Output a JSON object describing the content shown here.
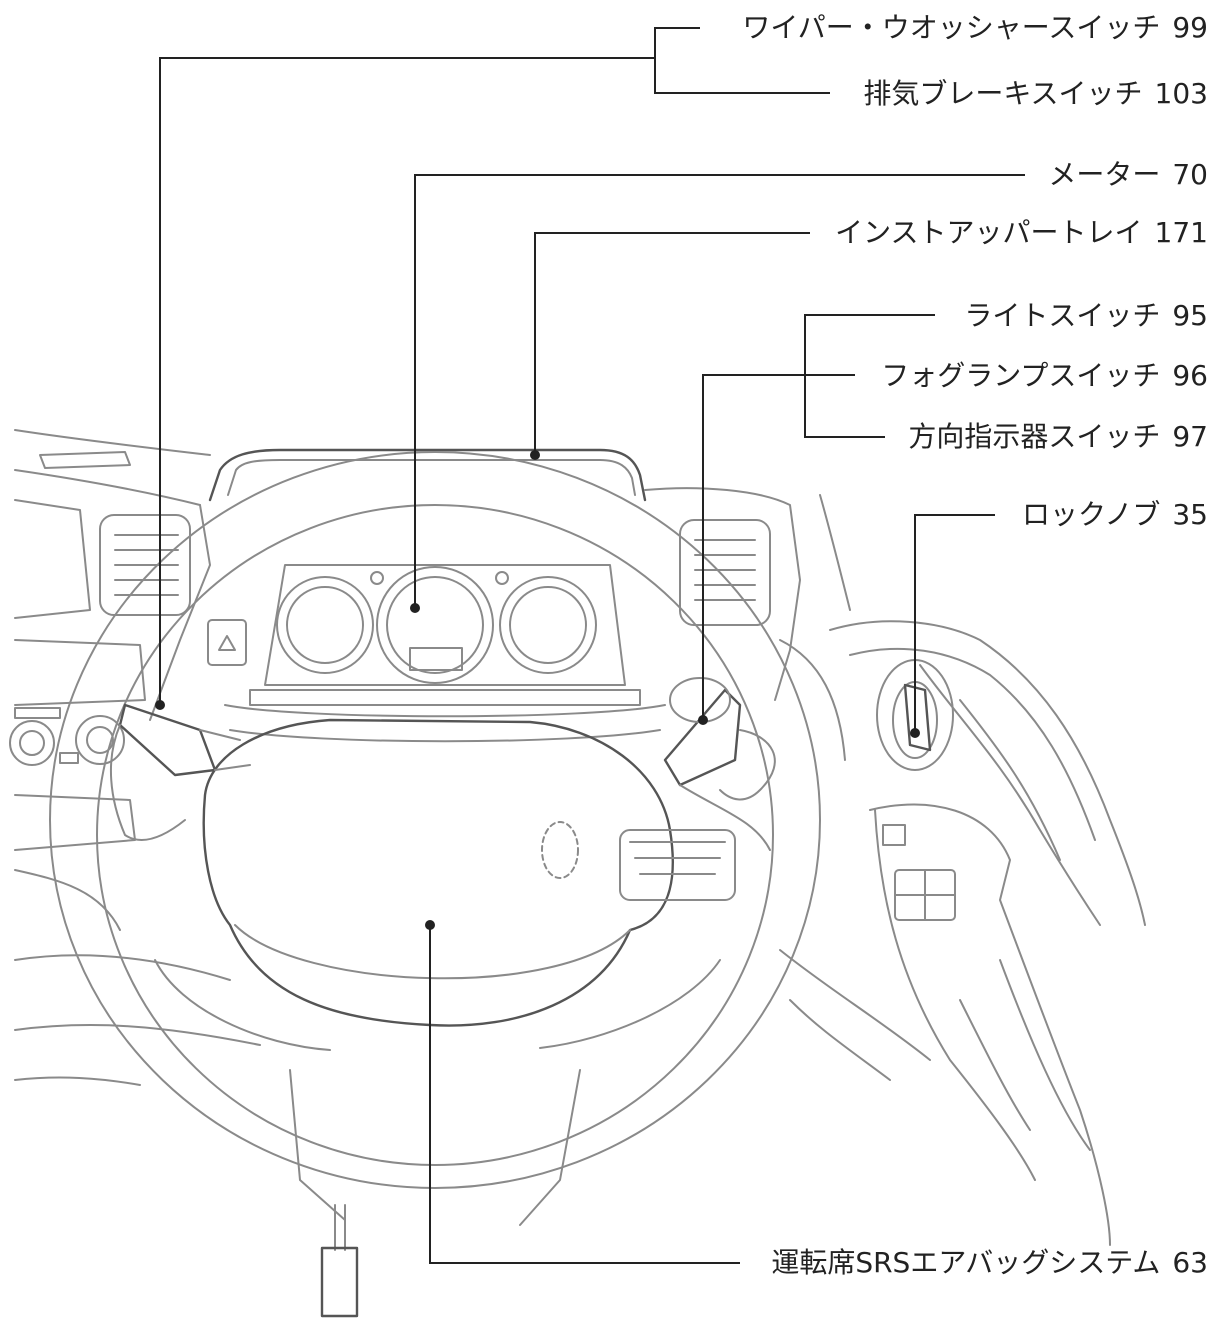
{
  "callouts": [
    {
      "label": "ワイパー・ウオッシャースイッチ",
      "page": "99"
    },
    {
      "label": "排気ブレーキスイッチ",
      "page": "103"
    },
    {
      "label": "メーター",
      "page": "70"
    },
    {
      "label": "インストアッパートレイ",
      "page": "171"
    },
    {
      "label": "ライトスイッチ",
      "page": "95"
    },
    {
      "label": "フォグランプスイッチ",
      "page": "96"
    },
    {
      "label": "方向指示器スイッチ",
      "page": "97"
    },
    {
      "label": "ロックノブ",
      "page": "35"
    },
    {
      "label": "運転席SRSエアバッグシステム",
      "page": "63"
    }
  ]
}
